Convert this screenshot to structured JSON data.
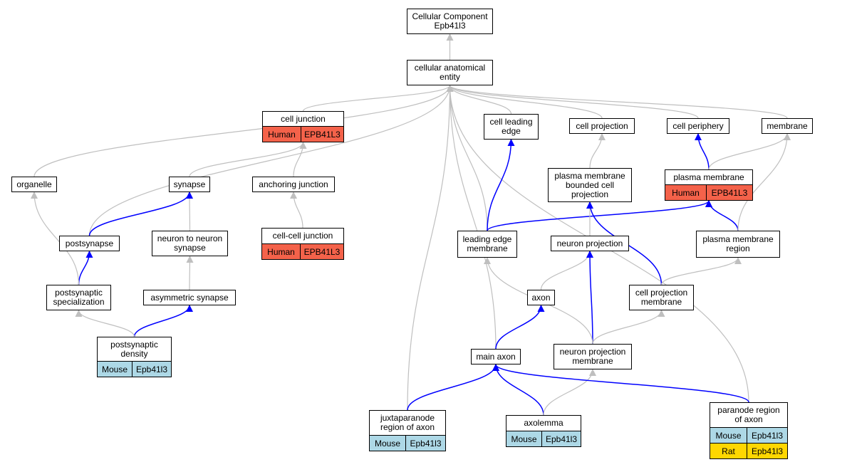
{
  "colors": {
    "gray_edge": "#bfbfbf",
    "blue_edge": "#0000ff",
    "human": "#f4624a",
    "mouse": "#add8e6",
    "rat": "#ffd700"
  },
  "nodes": [
    {
      "id": "root",
      "label": "Cellular Component\nEpb41l3"
    },
    {
      "id": "cae",
      "label": "cellular anatomical\nentity"
    },
    {
      "id": "cell_junction",
      "label": "cell junction",
      "annotations": [
        {
          "species": "Human",
          "gene": "EPB41L3",
          "color": "#f4624a"
        }
      ]
    },
    {
      "id": "cell_leading_edge",
      "label": "cell leading\nedge"
    },
    {
      "id": "cell_projection",
      "label": "cell projection"
    },
    {
      "id": "cell_periphery",
      "label": "cell periphery"
    },
    {
      "id": "membrane",
      "label": "membrane"
    },
    {
      "id": "organelle",
      "label": "organelle"
    },
    {
      "id": "synapse",
      "label": "synapse"
    },
    {
      "id": "anchoring_junction",
      "label": "anchoring junction"
    },
    {
      "id": "pm_bounded",
      "label": "plasma membrane\nbounded cell\nprojection"
    },
    {
      "id": "plasma_membrane",
      "label": "plasma membrane",
      "annotations": [
        {
          "species": "Human",
          "gene": "EPB41L3",
          "color": "#f4624a"
        }
      ]
    },
    {
      "id": "postsynapse",
      "label": "postsynapse"
    },
    {
      "id": "n2n_synapse",
      "label": "neuron to neuron\nsynapse"
    },
    {
      "id": "cc_junction",
      "label": "cell-cell junction",
      "annotations": [
        {
          "species": "Human",
          "gene": "EPB41L3",
          "color": "#f4624a"
        }
      ]
    },
    {
      "id": "leading_edge_membrane",
      "label": "leading edge\nmembrane"
    },
    {
      "id": "neuron_projection",
      "label": "neuron projection"
    },
    {
      "id": "pm_region",
      "label": "plasma membrane\nregion"
    },
    {
      "id": "postsyn_spec",
      "label": "postsynaptic\nspecialization"
    },
    {
      "id": "asym_synapse",
      "label": "asymmetric synapse"
    },
    {
      "id": "axon",
      "label": "axon"
    },
    {
      "id": "cp_membrane",
      "label": "cell projection\nmembrane"
    },
    {
      "id": "psd",
      "label": "postsynaptic\ndensity",
      "annotations": [
        {
          "species": "Mouse",
          "gene": "Epb41l3",
          "color": "#add8e6"
        }
      ]
    },
    {
      "id": "main_axon",
      "label": "main axon"
    },
    {
      "id": "np_membrane",
      "label": "neuron projection\nmembrane"
    },
    {
      "id": "juxtaparanode",
      "label": "juxtaparanode\nregion of axon",
      "annotations": [
        {
          "species": "Mouse",
          "gene": "Epb41l3",
          "color": "#add8e6"
        }
      ]
    },
    {
      "id": "axolemma",
      "label": "axolemma",
      "annotations": [
        {
          "species": "Mouse",
          "gene": "Epb41l3",
          "color": "#add8e6"
        }
      ]
    },
    {
      "id": "paranode",
      "label": "paranode region\nof axon",
      "annotations": [
        {
          "species": "Mouse",
          "gene": "Epb41l3",
          "color": "#add8e6"
        },
        {
          "species": "Rat",
          "gene": "Epb41l3",
          "color": "#ffd700"
        }
      ]
    }
  ],
  "edges": [
    {
      "from": "cae",
      "to": "root",
      "color": "gray"
    },
    {
      "from": "cell_junction",
      "to": "cae",
      "color": "gray"
    },
    {
      "from": "cell_leading_edge",
      "to": "cae",
      "color": "gray"
    },
    {
      "from": "cell_projection",
      "to": "cae",
      "color": "gray"
    },
    {
      "from": "cell_periphery",
      "to": "cae",
      "color": "gray"
    },
    {
      "from": "membrane",
      "to": "cae",
      "color": "gray"
    },
    {
      "from": "organelle",
      "to": "cae",
      "color": "gray"
    },
    {
      "from": "postsynapse",
      "to": "cae",
      "color": "gray"
    },
    {
      "from": "juxtaparanode",
      "to": "cae",
      "color": "gray"
    },
    {
      "from": "main_axon",
      "to": "cae",
      "color": "gray"
    },
    {
      "from": "leading_edge_membrane",
      "to": "cae",
      "color": "gray"
    },
    {
      "from": "paranode",
      "to": "cae",
      "color": "gray"
    },
    {
      "from": "synapse",
      "to": "cell_junction",
      "color": "gray"
    },
    {
      "from": "anchoring_junction",
      "to": "cell_junction",
      "color": "gray"
    },
    {
      "from": "cc_junction",
      "to": "anchoring_junction",
      "color": "gray"
    },
    {
      "from": "n2n_synapse",
      "to": "synapse",
      "color": "gray"
    },
    {
      "from": "postsynapse",
      "to": "synapse",
      "color": "blue"
    },
    {
      "from": "asym_synapse",
      "to": "n2n_synapse",
      "color": "gray"
    },
    {
      "from": "psd",
      "to": "asym_synapse",
      "color": "blue"
    },
    {
      "from": "postsyn_spec",
      "to": "postsynapse",
      "color": "blue"
    },
    {
      "from": "postsyn_spec",
      "to": "organelle",
      "color": "gray"
    },
    {
      "from": "psd",
      "to": "postsyn_spec",
      "color": "gray"
    },
    {
      "from": "leading_edge_membrane",
      "to": "cell_leading_edge",
      "color": "blue"
    },
    {
      "from": "leading_edge_membrane",
      "to": "plasma_membrane",
      "color": "blue"
    },
    {
      "from": "pm_bounded",
      "to": "cell_projection",
      "color": "gray"
    },
    {
      "from": "neuron_projection",
      "to": "pm_bounded",
      "color": "gray"
    },
    {
      "from": "cp_membrane",
      "to": "pm_bounded",
      "color": "blue"
    },
    {
      "from": "plasma_membrane",
      "to": "cell_periphery",
      "color": "blue"
    },
    {
      "from": "plasma_membrane",
      "to": "membrane",
      "color": "gray"
    },
    {
      "from": "pm_region",
      "to": "plasma_membrane",
      "color": "blue"
    },
    {
      "from": "pm_region",
      "to": "membrane",
      "color": "gray"
    },
    {
      "from": "cp_membrane",
      "to": "pm_region",
      "color": "gray"
    },
    {
      "from": "axon",
      "to": "neuron_projection",
      "color": "gray"
    },
    {
      "from": "np_membrane",
      "to": "neuron_projection",
      "color": "blue"
    },
    {
      "from": "np_membrane",
      "to": "cp_membrane",
      "color": "gray"
    },
    {
      "from": "np_membrane",
      "to": "leading_edge_membrane",
      "color": "gray"
    },
    {
      "from": "main_axon",
      "to": "axon",
      "color": "blue"
    },
    {
      "from": "juxtaparanode",
      "to": "main_axon",
      "color": "blue"
    },
    {
      "from": "axolemma",
      "to": "main_axon",
      "color": "blue"
    },
    {
      "from": "axolemma",
      "to": "np_membrane",
      "color": "gray"
    },
    {
      "from": "paranode",
      "to": "main_axon",
      "color": "blue"
    }
  ]
}
